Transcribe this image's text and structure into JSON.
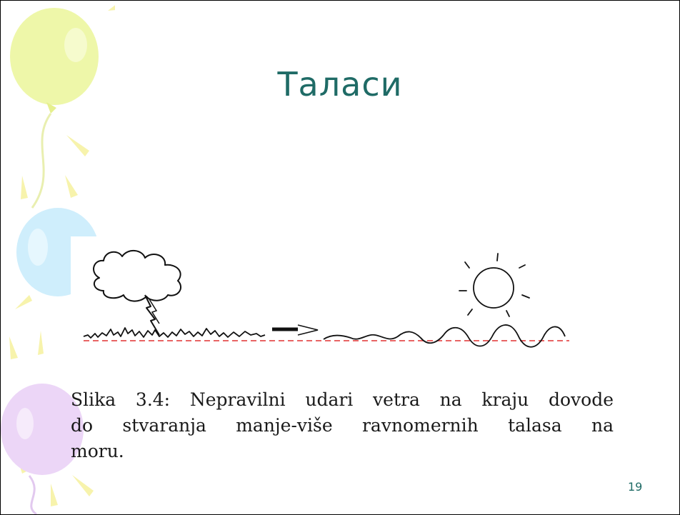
{
  "slide": {
    "title": "Таласи",
    "caption_lines": [
      "Slika 3.4: Nepravilni udari vetra na kraju dovode",
      "do stvaranja manje-više ravnomernih talasa na",
      "moru."
    ],
    "page_number": "19"
  },
  "colors": {
    "title": "#1f6b66",
    "balloon_yellow": "#eef7a9",
    "balloon_blue": "#cfeefc",
    "balloon_purple": "#ecd6f7",
    "sun_rays": "#f7f2a6",
    "dashed_line": "#e03030"
  }
}
